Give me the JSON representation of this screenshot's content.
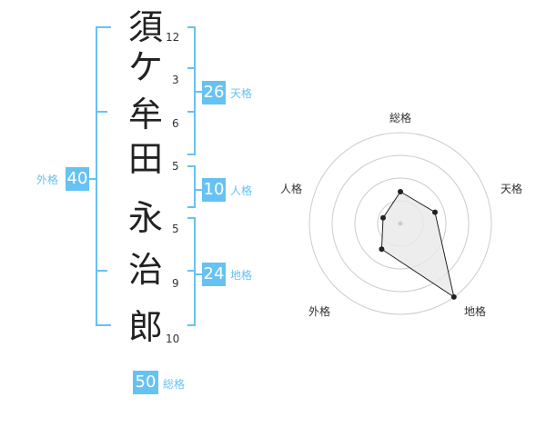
{
  "name": {
    "characters": [
      {
        "char": "須",
        "strokes": "12"
      },
      {
        "char": "ケ",
        "strokes": "3"
      },
      {
        "char": "牟",
        "strokes": "6"
      },
      {
        "char": "田",
        "strokes": "5"
      },
      {
        "char": "永",
        "strokes": "5"
      },
      {
        "char": "治",
        "strokes": "9"
      },
      {
        "char": "郎",
        "strokes": "10"
      }
    ]
  },
  "fortune": {
    "tenkaku": {
      "value": "26",
      "label": "天格"
    },
    "jinkaku": {
      "value": "10",
      "label": "人格"
    },
    "chikaku": {
      "value": "24",
      "label": "地格"
    },
    "gaikaku": {
      "value": "40",
      "label": "外格"
    },
    "soukaku": {
      "value": "50",
      "label": "総格"
    }
  },
  "radar": {
    "labels": {
      "top": "総格",
      "right": "天格",
      "bottom_right": "地格",
      "bottom_left": "外格",
      "left": "人格"
    },
    "levels": {
      "soukaku": 0.35,
      "tenkaku": 0.4,
      "chikaku": 1.0,
      "gaikaku": 0.35,
      "jinkaku": 0.2
    },
    "colors": {
      "fill": "#e8e8e8",
      "line": "#222222",
      "rings": "#cccccc"
    }
  },
  "colors": {
    "accent": "#66c2f2"
  }
}
